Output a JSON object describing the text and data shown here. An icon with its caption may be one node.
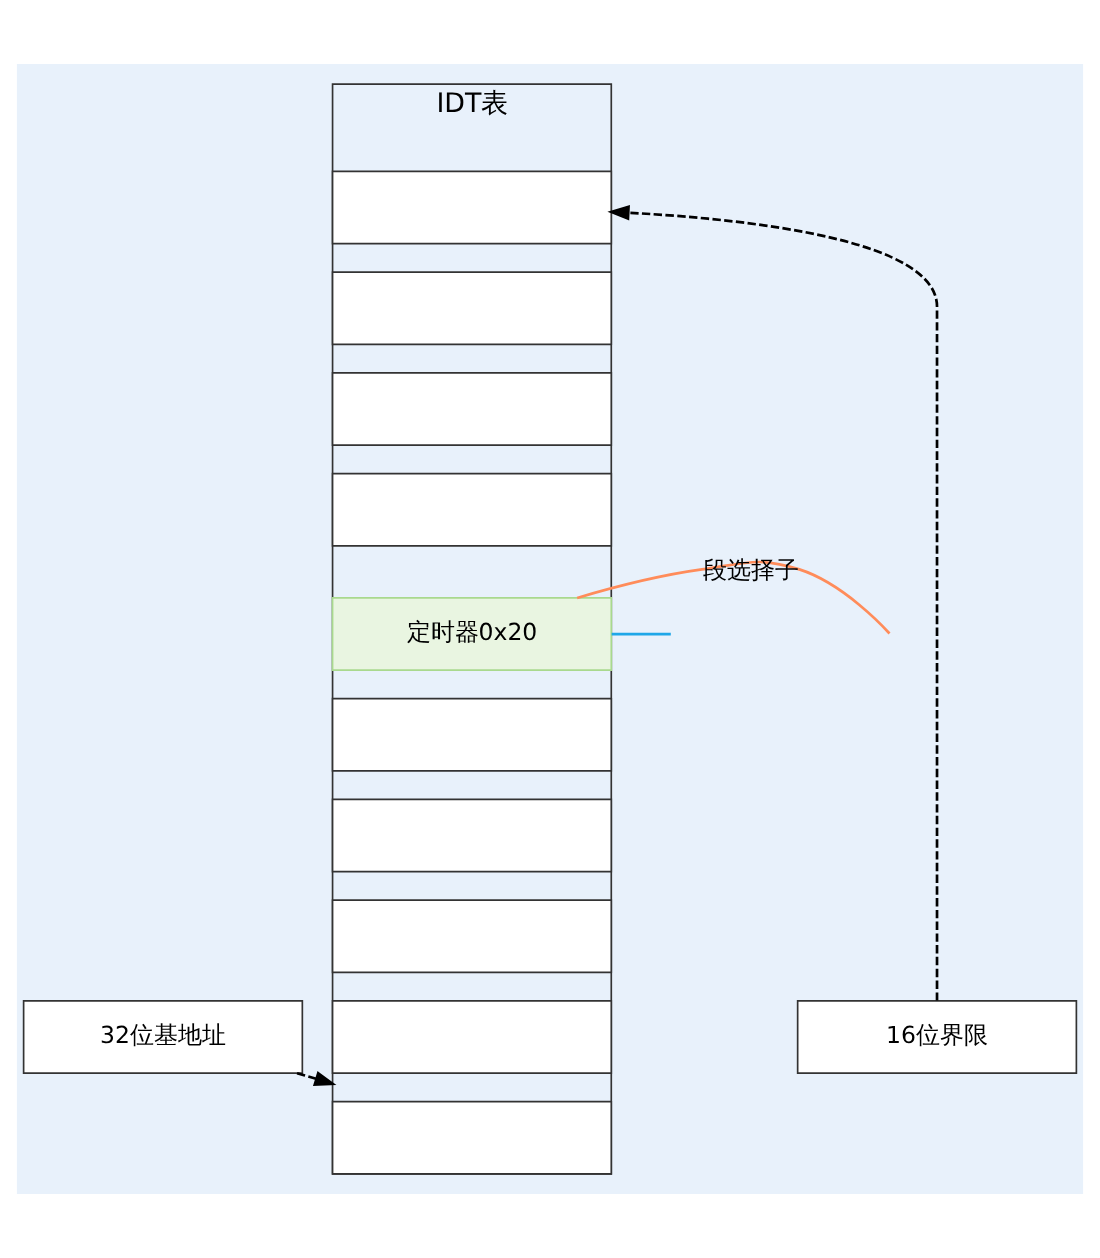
{
  "diagram": {
    "nodes": [
      {
        "text": [
          "IDT表"
        ]
      },
      {
        "text": [],
        "shape": "box",
        "in": 0
      },
      {
        "text": [],
        "shape": "box",
        "in": 0
      },
      {
        "text": [],
        "shape": "box",
        "in": 0
      },
      {
        "text": [],
        "shape": "box",
        "in": 0
      },
      {
        "text": [
          "定时器0x20"
        ],
        "in": 0
      },
      {
        "text": [],
        "shape": "box",
        "in": 0
      },
      {
        "text": [],
        "shape": "box",
        "in": 0
      },
      {
        "text": [],
        "shape": "box",
        "in": 0
      },
      {
        "text": [],
        "shape": "box",
        "in": 0
      },
      {
        "text": [],
        "shape": "box",
        "in": 0
      },
      {
        "text": [
          "32位基地址"
        ]
      },
      {
        "text": [
          "16位界限"
        ]
      }
    ],
    "edges": [
      {
        "from": 11,
        "to": 0,
        "arrow": "to",
        "style": "dashed"
      },
      {
        "from": 12,
        "to": 1,
        "arrow": "to",
        "style": "dashed"
      },
      {
        "from": 5,
        "to": null,
        "arrow": "none",
        "label": "段选择子",
        "color": "#ff8c5a"
      },
      {
        "from": null,
        "to": 5,
        "arrow": "none",
        "color": "#1ea7e8"
      }
    ]
  }
}
